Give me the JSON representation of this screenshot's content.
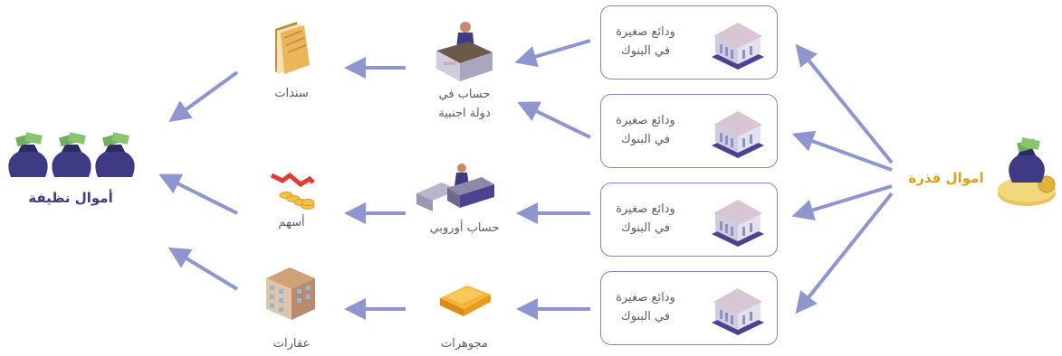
{
  "dirty_money": {
    "label": "اموال قذرة",
    "icon": "money-bag-coins-icon"
  },
  "clean_money": {
    "label": "أموال نظيفة",
    "icon": "money-bags-icon"
  },
  "bank_deposits": [
    {
      "label": "ودائع صغيرة\nفي البنوك",
      "icon": "bank-building-icon"
    },
    {
      "label": "ودائع صغيرة\nفي البنوك",
      "icon": "bank-building-icon"
    },
    {
      "label": "ودائع صغيرة\nفي البنوك",
      "icon": "bank-building-icon"
    },
    {
      "label": "ودائع صغيرة\nفي البنوك",
      "icon": "bank-building-icon"
    }
  ],
  "intermediate": [
    {
      "label": "حساب في\nدولة اجنبية",
      "icon": "bank-counter-icon"
    },
    {
      "label": "حساب أوروبي",
      "icon": "euro-bank-counter-icon"
    },
    {
      "label": "مجوهرات",
      "icon": "gold-bar-icon"
    }
  ],
  "assets": [
    {
      "label": "سندات",
      "icon": "bonds-folder-icon"
    },
    {
      "label": "أسهم",
      "icon": "stocks-coins-icon"
    },
    {
      "label": "عقارات",
      "icon": "building-icon"
    }
  ],
  "colors": {
    "arrow": "#8f96cf",
    "dirty": "#d9a21b",
    "clean": "#3f3a84",
    "box_border": "#8088b8"
  }
}
